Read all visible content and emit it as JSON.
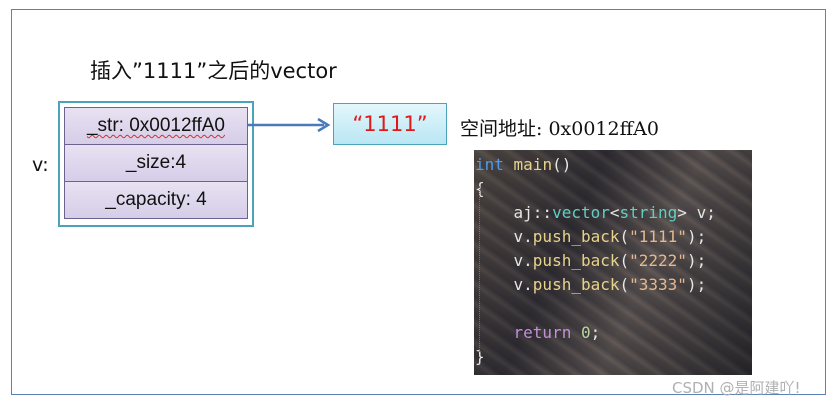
{
  "title": "插入”1111”之后的vector",
  "vector_var": "v:",
  "fields": [
    {
      "name": "_str",
      "label": "_str: 0x0012ffA0"
    },
    {
      "name": "_size",
      "label": "_size:4"
    },
    {
      "name": "_capacity",
      "label": "_capacity: 4"
    }
  ],
  "string_value": "“1111”",
  "address_label": "空间地址: 0x0012ffA0",
  "code": {
    "line1_kw": "int",
    "line1_fn": " main",
    "line1_rest": "()",
    "line2": "{",
    "line3_ns": "    aj::",
    "line3_ty": "vector",
    "line3_rest": "<",
    "line3_ty2": "string",
    "line3_end": "> v;",
    "line4_pre": "    v.",
    "line4_fn": "push_back",
    "line4_str": "\"1111\"",
    "line5_str": "\"2222\"",
    "line6_str": "\"3333\"",
    "line_close": ");",
    "paren_open": "(",
    "line8_kw": "return",
    "line8_num": " 0",
    "line8_end": ";",
    "line9": "}"
  },
  "watermark": "CSDN @是阿建吖!",
  "colors": {
    "frame": "#5b82b8",
    "struct_border": "#4aa3b8",
    "string_text": "#e01818"
  }
}
